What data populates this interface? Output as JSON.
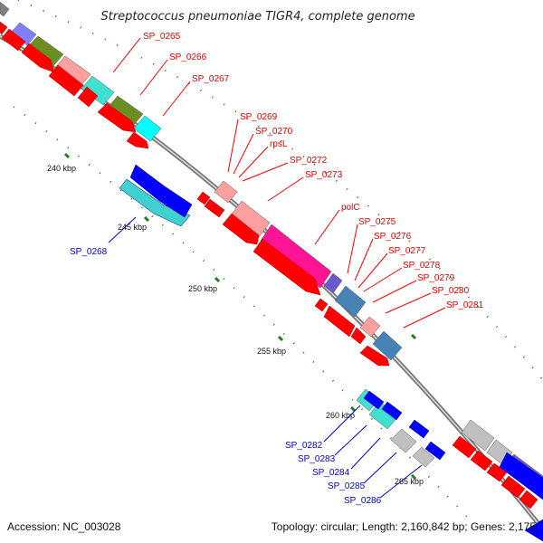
{
  "title": "Streptococcus pneumoniae TIGR4, complete genome",
  "accession": "Accession: NC_003028",
  "topology": "Topology: circular; Length: 2,160,842 bp; Genes: 2,175",
  "colors": {
    "forward": "#ff0000",
    "reverse": "#0000ff",
    "backbone": "#888888",
    "tick": "#1e7d1e"
  },
  "kbp_labels": [
    "240 kbp",
    "245 kbp",
    "250 kbp",
    "255 kbp",
    "260 kbp",
    "265 kbp"
  ],
  "forward_labels": [
    "SP_0265",
    "SP_0266",
    "SP_0267",
    "SP_0269",
    "SP_0270",
    "rpsL",
    "SP_0272",
    "SP_0273",
    "polC",
    "SP_0275",
    "SP_0276",
    "SP_0277",
    "SP_0278",
    "SP_0279",
    "SP_0280",
    "SP_0281"
  ],
  "reverse_labels": [
    "SP_0268",
    "SP_0282",
    "SP_0283",
    "SP_0284",
    "SP_0285",
    "SP_0286"
  ],
  "cog_colors": [
    "#8080ff",
    "#ffa0a0",
    "#6b8e23",
    "#40e0d0",
    "#ff1493",
    "#4682b4",
    "#c0c0c0",
    "#00ffff",
    "#6a5acd"
  ]
}
